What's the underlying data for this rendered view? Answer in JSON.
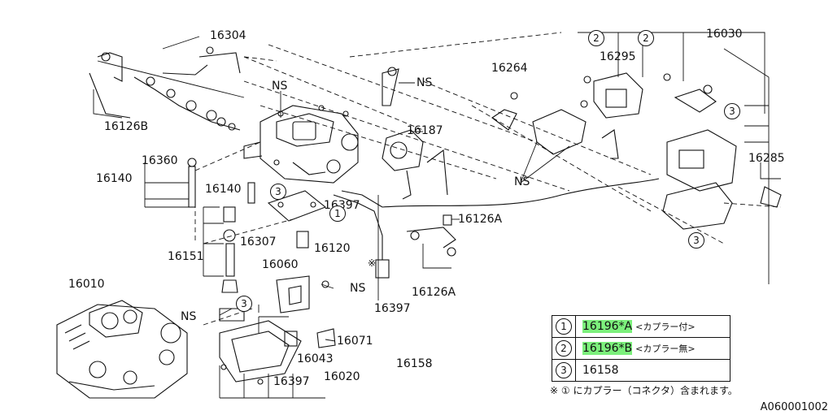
{
  "part_numbers": {
    "p16304": "16304",
    "p16126B": "16126B",
    "p16360": "16360",
    "p16140a": "16140",
    "p16140b": "16140",
    "p16151": "16151",
    "p16307": "16307",
    "p16120": "16120",
    "p16060": "16060",
    "p16010": "16010",
    "p16071": "16071",
    "p16043": "16043",
    "p16397a": "16397",
    "p16397b": "16397",
    "p16397c": "16397",
    "p16020": "16020",
    "p16158": "16158",
    "p16187": "16187",
    "p16126Aa": "16126A",
    "p16126Ab": "16126A",
    "p16264": "16264",
    "p16295": "16295",
    "p16030": "16030",
    "p16285": "16285"
  },
  "ns_labels": {
    "ns1": "NS",
    "ns2": "NS",
    "ns3": "NS",
    "ns4": "NS",
    "ns5": "NS"
  },
  "circle_refs": {
    "c1": "1",
    "c2a": "2",
    "c2b": "2",
    "c3a": "3",
    "c3b": "3",
    "c3c": "3",
    "c3d": "3"
  },
  "asterisk_mark": "※",
  "legend": {
    "rows": [
      {
        "num": "1",
        "part": "16196*A",
        "note": "<カプラー付>"
      },
      {
        "num": "2",
        "part": "16196*B",
        "note": "<カプラー無>"
      },
      {
        "num": "3",
        "part": "16158",
        "note": ""
      }
    ],
    "highlight_color": "#7cf07c"
  },
  "footnote": "※ ① にカプラー（コネクタ）含まれます。",
  "diagram_ref": "A060001002"
}
